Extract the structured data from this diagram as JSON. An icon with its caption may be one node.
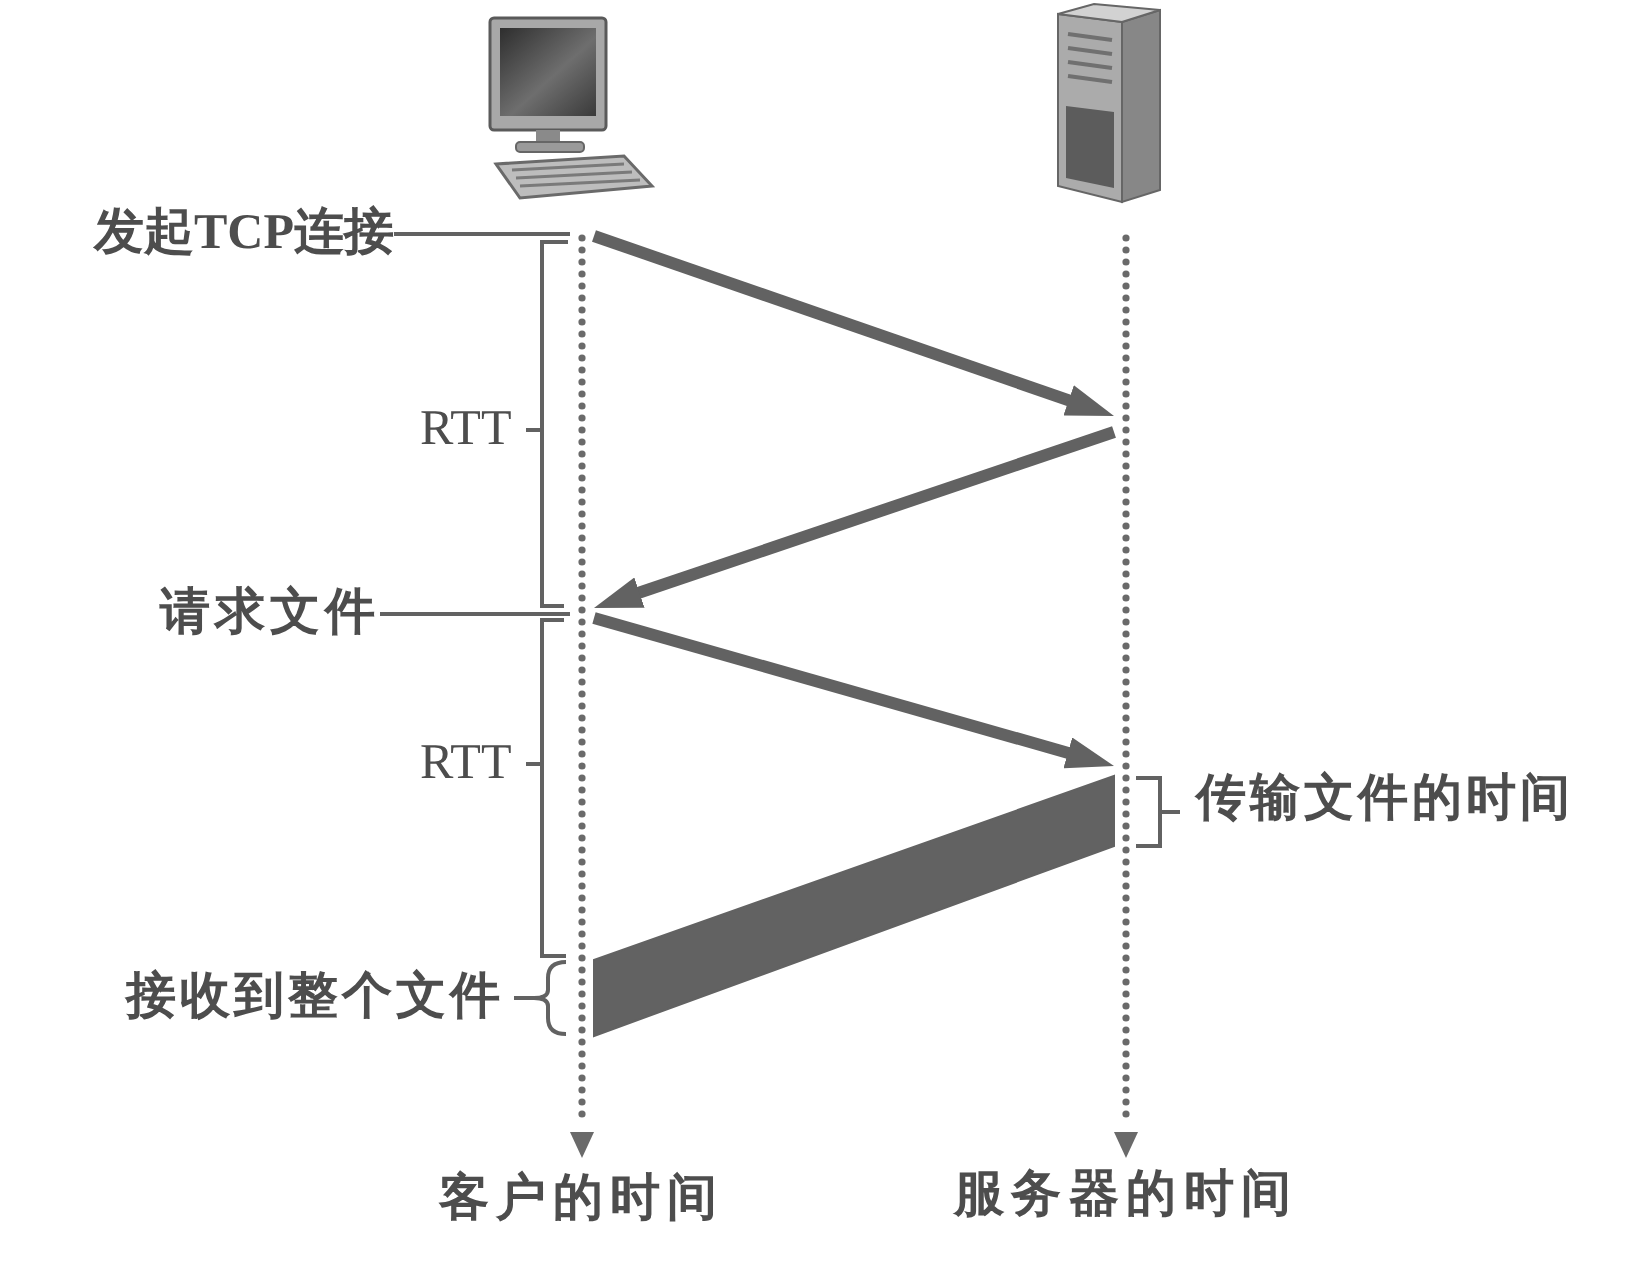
{
  "diagram": {
    "nodes": [
      {
        "text": [],
        "shape": "picture"
      },
      {
        "text": [],
        "shape": "picture"
      },
      {
        "text": [],
        "shape": "line",
        "beside": [
          "客户的时间"
        ]
      },
      {
        "text": [],
        "shape": "line",
        "beside": [
          "服务器的时间"
        ]
      },
      {
        "text": [
          "发起TCP连接"
        ]
      },
      {
        "text": [
          "请求文件"
        ]
      }
    ],
    "edges": [
      {
        "from": 2,
        "to": 3,
        "arrow": "to"
      },
      {
        "from": 3,
        "to": 2,
        "arrow": "to"
      },
      {
        "from": 2,
        "to": 3,
        "arrow": "to"
      },
      {
        "from": 3,
        "to": 2,
        "arrow": "none",
        "style": "thick"
      },
      {
        "from": 4,
        "to": 2,
        "arrow": "none"
      },
      {
        "from": 5,
        "to": 2,
        "arrow": "none"
      }
    ],
    "labels": [
      "RTT",
      "RTT",
      "传输文件的时间",
      "接收到整个文件"
    ]
  }
}
